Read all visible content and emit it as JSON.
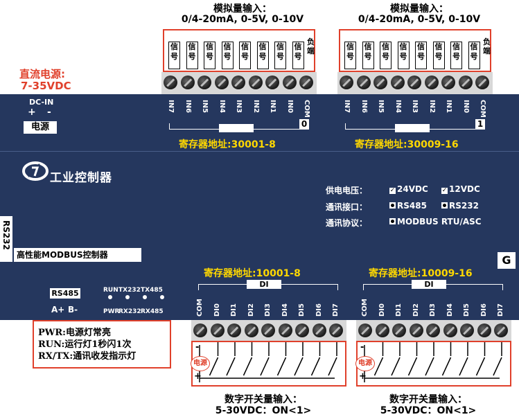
{
  "analog_input": {
    "title": "模拟量输入：",
    "range": "0/4-20mA, 0-5V, 0-10V",
    "signal_label": "信号",
    "neg_label": "负端"
  },
  "power_supply": {
    "title": "直流电源:",
    "range": "7-35VDC",
    "dc_in": "DC-IN",
    "plus": "+",
    "minus": "-",
    "label": "电源"
  },
  "ai_channels_left": [
    "IN7",
    "IN6",
    "IN5",
    "IN4",
    "IN3",
    "IN2",
    "IN1",
    "IN0",
    "COM"
  ],
  "ai_channels_right": [
    "IN7",
    "IN6",
    "IN5",
    "IN4",
    "IN3",
    "IN2",
    "IN1",
    "IN0",
    "COM"
  ],
  "ai_group_left": {
    "number": "0",
    "register": "寄存器地址:30001-8"
  },
  "ai_group_right": {
    "number": "1",
    "register": "寄存器地址:30009-16"
  },
  "brand": {
    "name": "工业控制器"
  },
  "specs": {
    "supply_label": "供电电压：",
    "supply_opt1": "24VDC",
    "supply_opt2": "12VDC",
    "comm_label": "通讯接口：",
    "comm_opt1": "RS485",
    "comm_opt2": "RS232",
    "proto_label": "通讯协议：",
    "proto_opt1": "MODBUS RTU/ASC"
  },
  "rs232_label": "RS232",
  "model_label": "高性能MODBUS控制器",
  "ground_label": "G",
  "di_group_left": {
    "register": "寄存器地址:10001-8",
    "di": "DI"
  },
  "di_group_right": {
    "register": "寄存器地址:10009-16",
    "di": "DI"
  },
  "di_channels": [
    "COM",
    "DI0",
    "DI1",
    "DI2",
    "DI3",
    "DI4",
    "DI5",
    "DI6",
    "DI7"
  ],
  "rs485": {
    "label": "RS485",
    "a": "A+",
    "b": "B-"
  },
  "leds": {
    "row1": [
      "RUN",
      "TX232",
      "TX485"
    ],
    "row2": [
      "PWR",
      "RX232",
      "RX485"
    ]
  },
  "legend": {
    "line1": "PWR:电源灯常亮",
    "line2": "RUN:运行灯1秒闪1次",
    "line3": "RX/TX:通讯收发指示灯"
  },
  "di_power": "电源",
  "di_plus": "+",
  "di_minus": "-",
  "di_input_caption": {
    "title": "数字开关量输入：",
    "range": "5-30VDC：ON<1>"
  },
  "colors": {
    "body": "#25375e",
    "accent_red": "#e0402b",
    "register_yellow": "#ffd800"
  }
}
